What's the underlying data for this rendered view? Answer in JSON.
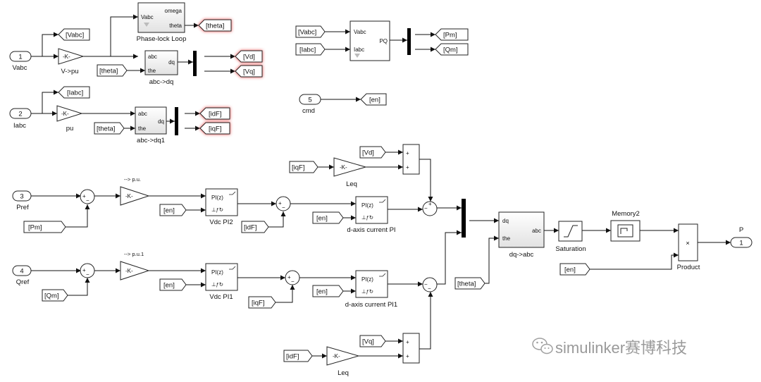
{
  "inports": [
    {
      "num": "1",
      "label": "Vabc"
    },
    {
      "num": "2",
      "label": "Iabc"
    },
    {
      "num": "3",
      "label": "Pref"
    },
    {
      "num": "4",
      "label": "Qref"
    },
    {
      "num": "5",
      "label": "cmd"
    }
  ],
  "outport": {
    "num": "1",
    "label": "P"
  },
  "tags": {
    "vabc": "[Vabc]",
    "iabc": "[Iabc]",
    "theta": "[theta]",
    "vd": "[Vd]",
    "vq": "[Vq]",
    "idf": "[idF]",
    "iqf": "[iqF]",
    "pm": "[Pm]",
    "qm": "[Qm]",
    "en": "[en]"
  },
  "blocks": {
    "gain_text": "-K-",
    "pll_label": "Phase-lock Loop",
    "pll_in": "Vabc",
    "pll_out1": "omega",
    "pll_out2": "theta",
    "v_pu": "V->pu",
    "i_pu": "pu",
    "abc": "abc",
    "the": "the",
    "dq": "dq",
    "abc_dq": "abc->dq",
    "abc_dq1": "abc->dq1",
    "pq_in1": "Vabc",
    "pq_in2": "Iabc",
    "pq_out": "PQ",
    "pu_label": "--> p.u.",
    "pu1_label": "--> p.u.1",
    "pi_text": "PI(z)",
    "vdc_pi2": "Vdc PI2",
    "vdc_pi1": "Vdc PI1",
    "d_axis_pi": "d-axis current PI",
    "d_axis_pi1": "d-axis current PI1",
    "leq": "Leq",
    "dq_abc": "dq->abc",
    "saturation": "Saturation",
    "memory": "Memory2",
    "product": "Product",
    "times": "×"
  },
  "watermark": "simulinker赛博科技"
}
